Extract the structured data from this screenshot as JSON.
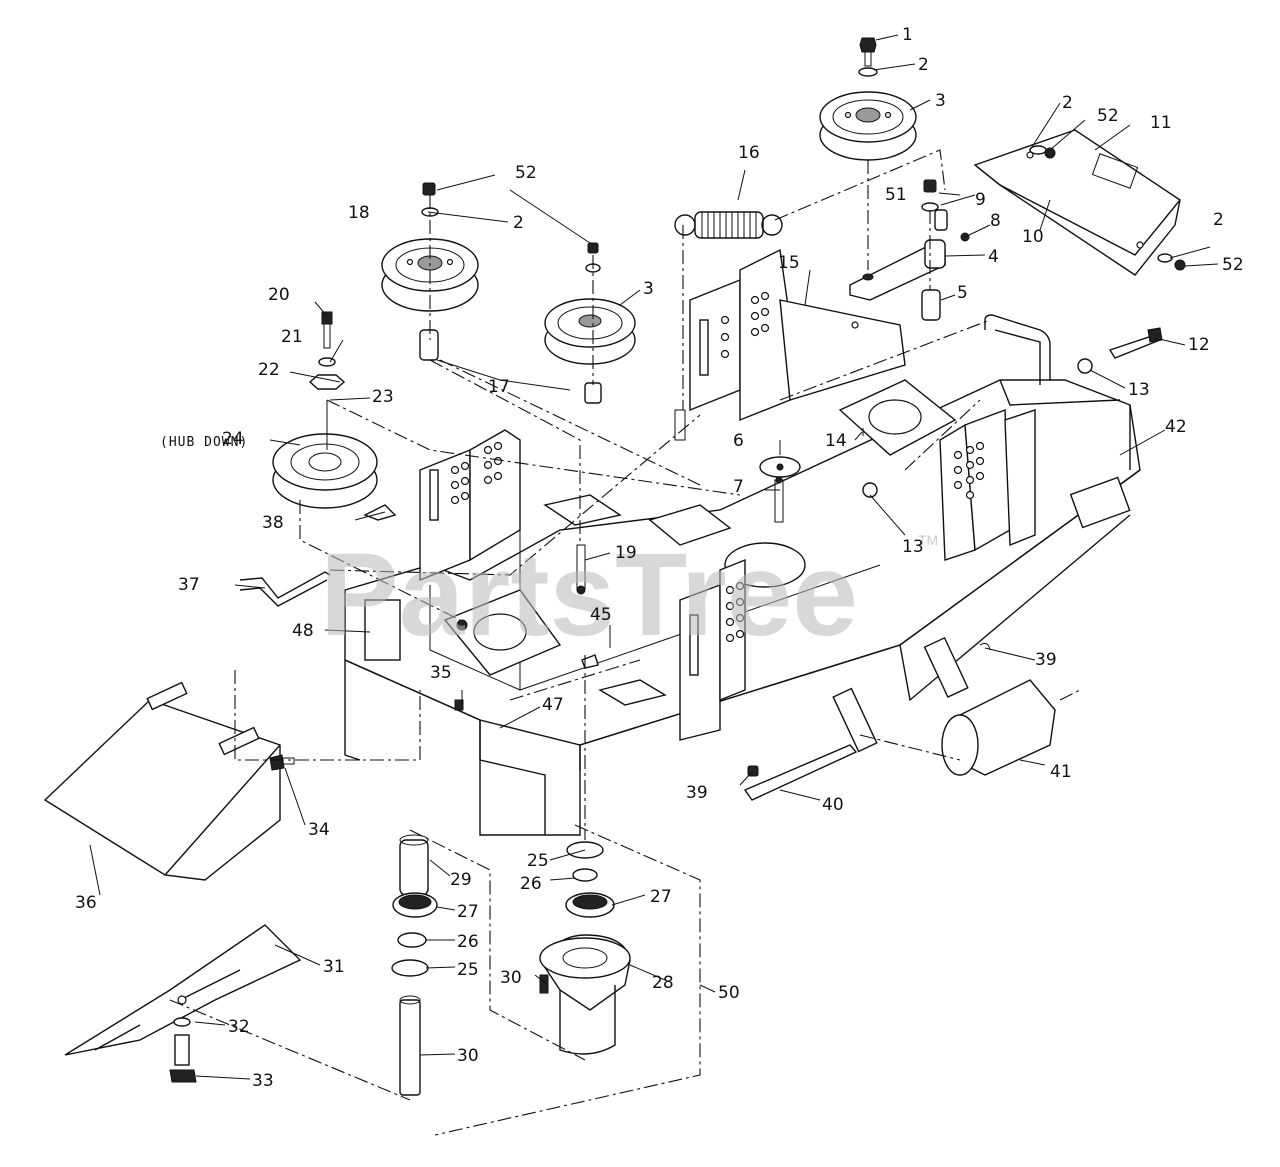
{
  "watermark": {
    "text": "PartsTree",
    "trademark": "TM"
  },
  "notes": {
    "hub_down": "(HUB DOWN)"
  },
  "callouts": [
    {
      "id": "c1",
      "label": "1"
    },
    {
      "id": "c2a",
      "label": "2"
    },
    {
      "id": "c3a",
      "label": "3"
    },
    {
      "id": "c2b",
      "label": "2"
    },
    {
      "id": "c52a",
      "label": "52"
    },
    {
      "id": "c11",
      "label": "11"
    },
    {
      "id": "c51",
      "label": "51"
    },
    {
      "id": "c9",
      "label": "9"
    },
    {
      "id": "c8",
      "label": "8"
    },
    {
      "id": "c4",
      "label": "4"
    },
    {
      "id": "c10",
      "label": "10"
    },
    {
      "id": "c2c",
      "label": "2"
    },
    {
      "id": "c52b",
      "label": "52"
    },
    {
      "id": "c5",
      "label": "5"
    },
    {
      "id": "c16",
      "label": "16"
    },
    {
      "id": "c52c",
      "label": "52"
    },
    {
      "id": "c18",
      "label": "18"
    },
    {
      "id": "c2d",
      "label": "2"
    },
    {
      "id": "c3b",
      "label": "3"
    },
    {
      "id": "c15",
      "label": "15"
    },
    {
      "id": "c12",
      "label": "12"
    },
    {
      "id": "c13a",
      "label": "13"
    },
    {
      "id": "c20",
      "label": "20"
    },
    {
      "id": "c21",
      "label": "21"
    },
    {
      "id": "c22",
      "label": "22"
    },
    {
      "id": "c23",
      "label": "23"
    },
    {
      "id": "c17",
      "label": "17"
    },
    {
      "id": "c24",
      "label": "24"
    },
    {
      "id": "c6",
      "label": "6"
    },
    {
      "id": "c14",
      "label": "14"
    },
    {
      "id": "c42",
      "label": "42"
    },
    {
      "id": "c7",
      "label": "7"
    },
    {
      "id": "c13b",
      "label": "13"
    },
    {
      "id": "c38",
      "label": "38"
    },
    {
      "id": "c19",
      "label": "19"
    },
    {
      "id": "c37",
      "label": "37"
    },
    {
      "id": "c48",
      "label": "48"
    },
    {
      "id": "c45",
      "label": "45"
    },
    {
      "id": "c39a",
      "label": "39"
    },
    {
      "id": "c35",
      "label": "35"
    },
    {
      "id": "c47",
      "label": "47"
    },
    {
      "id": "c41",
      "label": "41"
    },
    {
      "id": "c39b",
      "label": "39"
    },
    {
      "id": "c40",
      "label": "40"
    },
    {
      "id": "c34",
      "label": "34"
    },
    {
      "id": "c36",
      "label": "36"
    },
    {
      "id": "c25a",
      "label": "25"
    },
    {
      "id": "c29",
      "label": "29"
    },
    {
      "id": "c26a",
      "label": "26"
    },
    {
      "id": "c27a",
      "label": "27"
    },
    {
      "id": "c27b",
      "label": "27"
    },
    {
      "id": "c26b",
      "label": "26"
    },
    {
      "id": "c25b",
      "label": "25"
    },
    {
      "id": "c31",
      "label": "31"
    },
    {
      "id": "c28",
      "label": "28"
    },
    {
      "id": "c30a",
      "label": "30"
    },
    {
      "id": "c50",
      "label": "50"
    },
    {
      "id": "c32",
      "label": "32"
    },
    {
      "id": "c30b",
      "label": "30"
    },
    {
      "id": "c33",
      "label": "33"
    }
  ]
}
